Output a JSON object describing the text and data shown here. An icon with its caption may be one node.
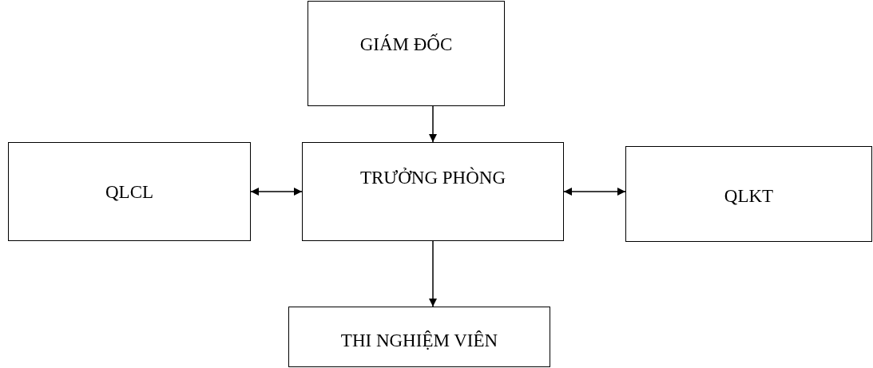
{
  "diagram": {
    "nodes": [
      {
        "text": [
          "GIÁM ĐỐC"
        ]
      },
      {
        "text": [
          "TRƯỞNG PHÒNG"
        ]
      },
      {
        "text": [
          "QLCL"
        ]
      },
      {
        "text": [
          "QLKT"
        ]
      },
      {
        "text": [
          "THI NGHIỆM VIÊN"
        ]
      }
    ],
    "edges": [
      {
        "from": 0,
        "to": 1,
        "arrow": "to"
      },
      {
        "from": 2,
        "to": 1,
        "arrow": "both"
      },
      {
        "from": 1,
        "to": 3,
        "arrow": "both"
      },
      {
        "from": 1,
        "to": 4,
        "arrow": "to"
      }
    ]
  }
}
